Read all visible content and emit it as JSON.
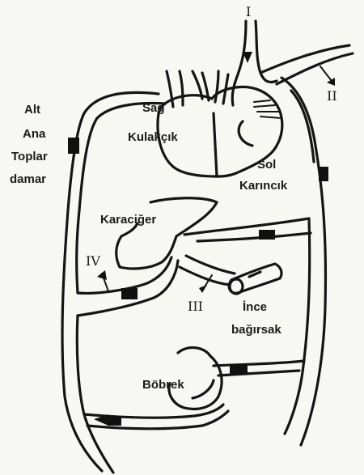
{
  "labels": {
    "right_atrium": [
      "Sağ",
      "Kulakçık"
    ],
    "left_ventricle": [
      "Sol",
      "Karıncık"
    ],
    "vena_cava": [
      "Alt",
      "Ana",
      "Toplar",
      "damar"
    ],
    "liver": "Karaciğer",
    "intestine": [
      "İnce",
      "bağırsak"
    ],
    "kidney": "Böbrek"
  },
  "markers": {
    "m1": "I",
    "m2": "II",
    "m3": "III",
    "m4": "IV"
  },
  "colors": {
    "ink": "#151515",
    "paper": "#f7f7f4"
  }
}
